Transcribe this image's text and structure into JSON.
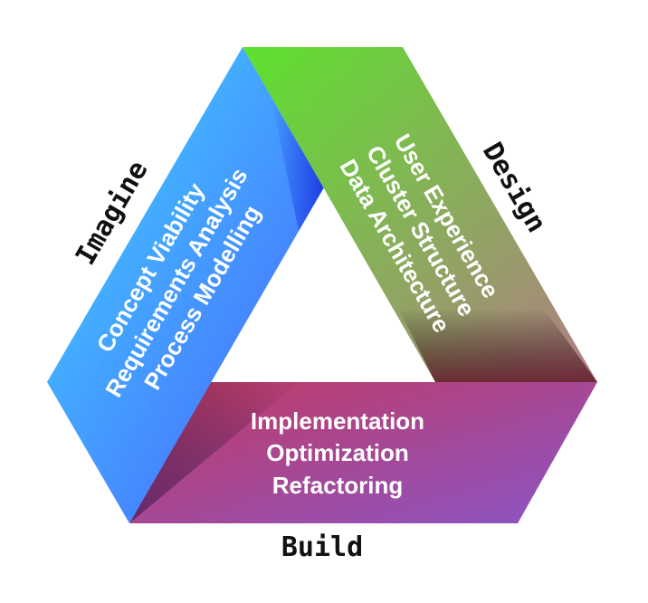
{
  "phases": {
    "imagine": {
      "label": "Imagine",
      "color_from": "#3fd8ff",
      "color_to": "#4a5cff",
      "items": [
        "Concept Viability",
        "Requirements Analysis",
        "Process Modelling"
      ]
    },
    "design": {
      "label": "Design",
      "color_from": "#5de12e",
      "color_to": "#b37c86",
      "items": [
        "User Experience",
        "Cluster Structure",
        "Data Architecture"
      ]
    },
    "build": {
      "label": "Build",
      "color_from": "#c23a63",
      "color_to": "#8a55c6",
      "items": [
        "Implementation",
        "Optimization",
        "Refactoring"
      ]
    }
  }
}
